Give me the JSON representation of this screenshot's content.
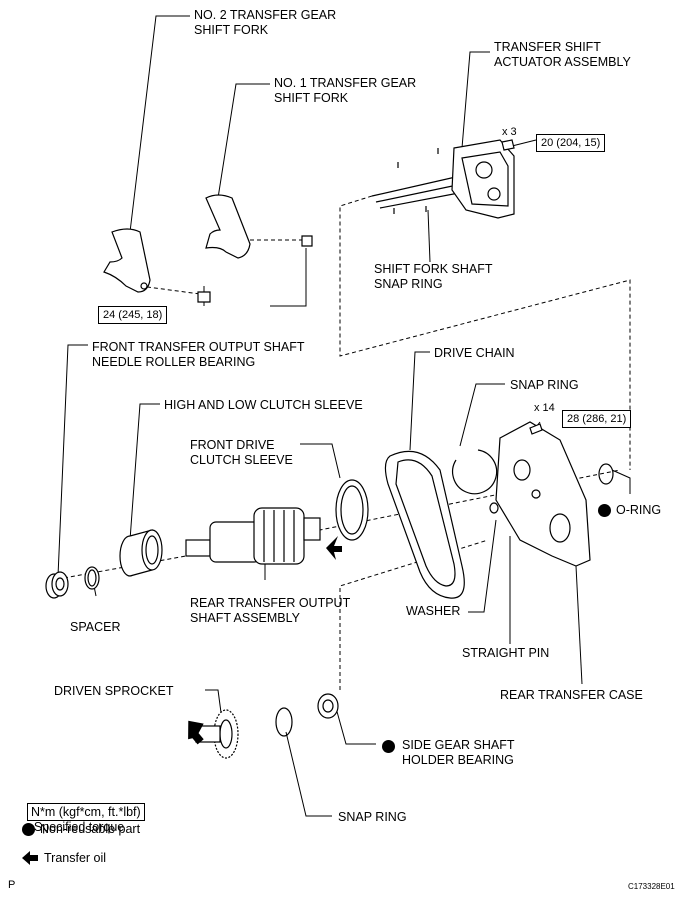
{
  "labels": {
    "no2_fork": "NO. 2 TRANSFER GEAR\nSHIFT FORK",
    "no1_fork": "NO. 1 TRANSFER GEAR\nSHIFT FORK",
    "actuator": "TRANSFER SHIFT\nACTUATOR ASSEMBLY",
    "snap_ring_fork": "SHIFT FORK SHAFT\nSNAP RING",
    "front_bearing": "FRONT TRANSFER OUTPUT SHAFT\nNEEDLE ROLLER BEARING",
    "drive_chain": "DRIVE CHAIN",
    "snap_ring_top": "SNAP RING",
    "hi_lo_sleeve": "HIGH AND LOW CLUTCH SLEEVE",
    "front_drive_sleeve": "FRONT DRIVE\nCLUTCH SLEEVE",
    "o_ring": "O-RING",
    "rear_output_shaft": "REAR TRANSFER OUTPUT\nSHAFT ASSEMBLY",
    "spacer": "SPACER",
    "washer": "WASHER",
    "straight_pin": "STRAIGHT PIN",
    "rear_case": "REAR TRANSFER CASE",
    "driven_sprocket": "DRIVEN SPROCKET",
    "side_gear_bearing": "SIDE GEAR SHAFT\nHOLDER BEARING",
    "snap_ring_bottom": "SNAP RING"
  },
  "torques": {
    "actuator_bolts": "20 (204, 15)",
    "fork_bolt": "24 (245, 18)",
    "case_bolts": "28 (286, 21)"
  },
  "quantities": {
    "actuator_bolts": "x 3",
    "case_bolts": "x 14"
  },
  "legend": {
    "torque_unit": "N*m (kgf*cm, ft.*lbf)",
    "torque_text": ": Specified torque",
    "non_reusable": "Non-reusable part",
    "transfer_oil": "Transfer oil"
  },
  "footer": {
    "left_mark": "P",
    "figure_id": "C173328E01"
  }
}
